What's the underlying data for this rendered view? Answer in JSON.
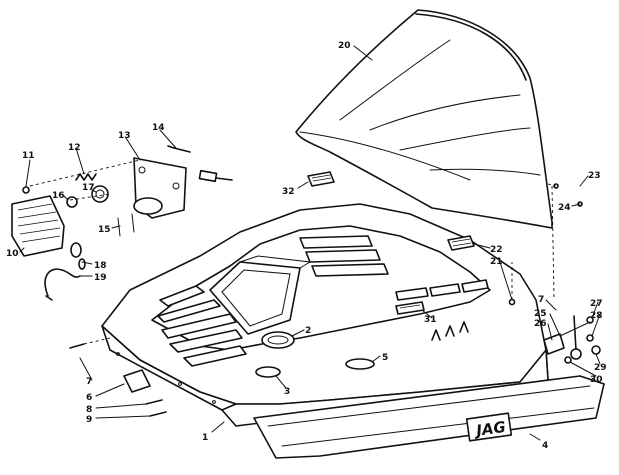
{
  "diagram": {
    "decal_text": "JAG",
    "callouts": [
      {
        "id": "c1",
        "label": "1"
      },
      {
        "id": "c2",
        "label": "2"
      },
      {
        "id": "c3",
        "label": "3"
      },
      {
        "id": "c4",
        "label": "4"
      },
      {
        "id": "c5",
        "label": "5"
      },
      {
        "id": "c6",
        "label": "6"
      },
      {
        "id": "c7a",
        "label": "7"
      },
      {
        "id": "c7b",
        "label": "7"
      },
      {
        "id": "c8",
        "label": "8"
      },
      {
        "id": "c9",
        "label": "9"
      },
      {
        "id": "c10",
        "label": "10"
      },
      {
        "id": "c11",
        "label": "11"
      },
      {
        "id": "c12",
        "label": "12"
      },
      {
        "id": "c13",
        "label": "13"
      },
      {
        "id": "c14",
        "label": "14"
      },
      {
        "id": "c15",
        "label": "15"
      },
      {
        "id": "c16",
        "label": "16"
      },
      {
        "id": "c17",
        "label": "17"
      },
      {
        "id": "c18",
        "label": "18"
      },
      {
        "id": "c19",
        "label": "19"
      },
      {
        "id": "c20",
        "label": "20"
      },
      {
        "id": "c21",
        "label": "21"
      },
      {
        "id": "c22",
        "label": "22"
      },
      {
        "id": "c23",
        "label": "23"
      },
      {
        "id": "c24",
        "label": "24"
      },
      {
        "id": "c25",
        "label": "25"
      },
      {
        "id": "c26",
        "label": "26"
      },
      {
        "id": "c27",
        "label": "27"
      },
      {
        "id": "c28",
        "label": "28"
      },
      {
        "id": "c29",
        "label": "29"
      },
      {
        "id": "c30",
        "label": "30"
      },
      {
        "id": "c31",
        "label": "31"
      },
      {
        "id": "c32",
        "label": "32"
      }
    ]
  }
}
